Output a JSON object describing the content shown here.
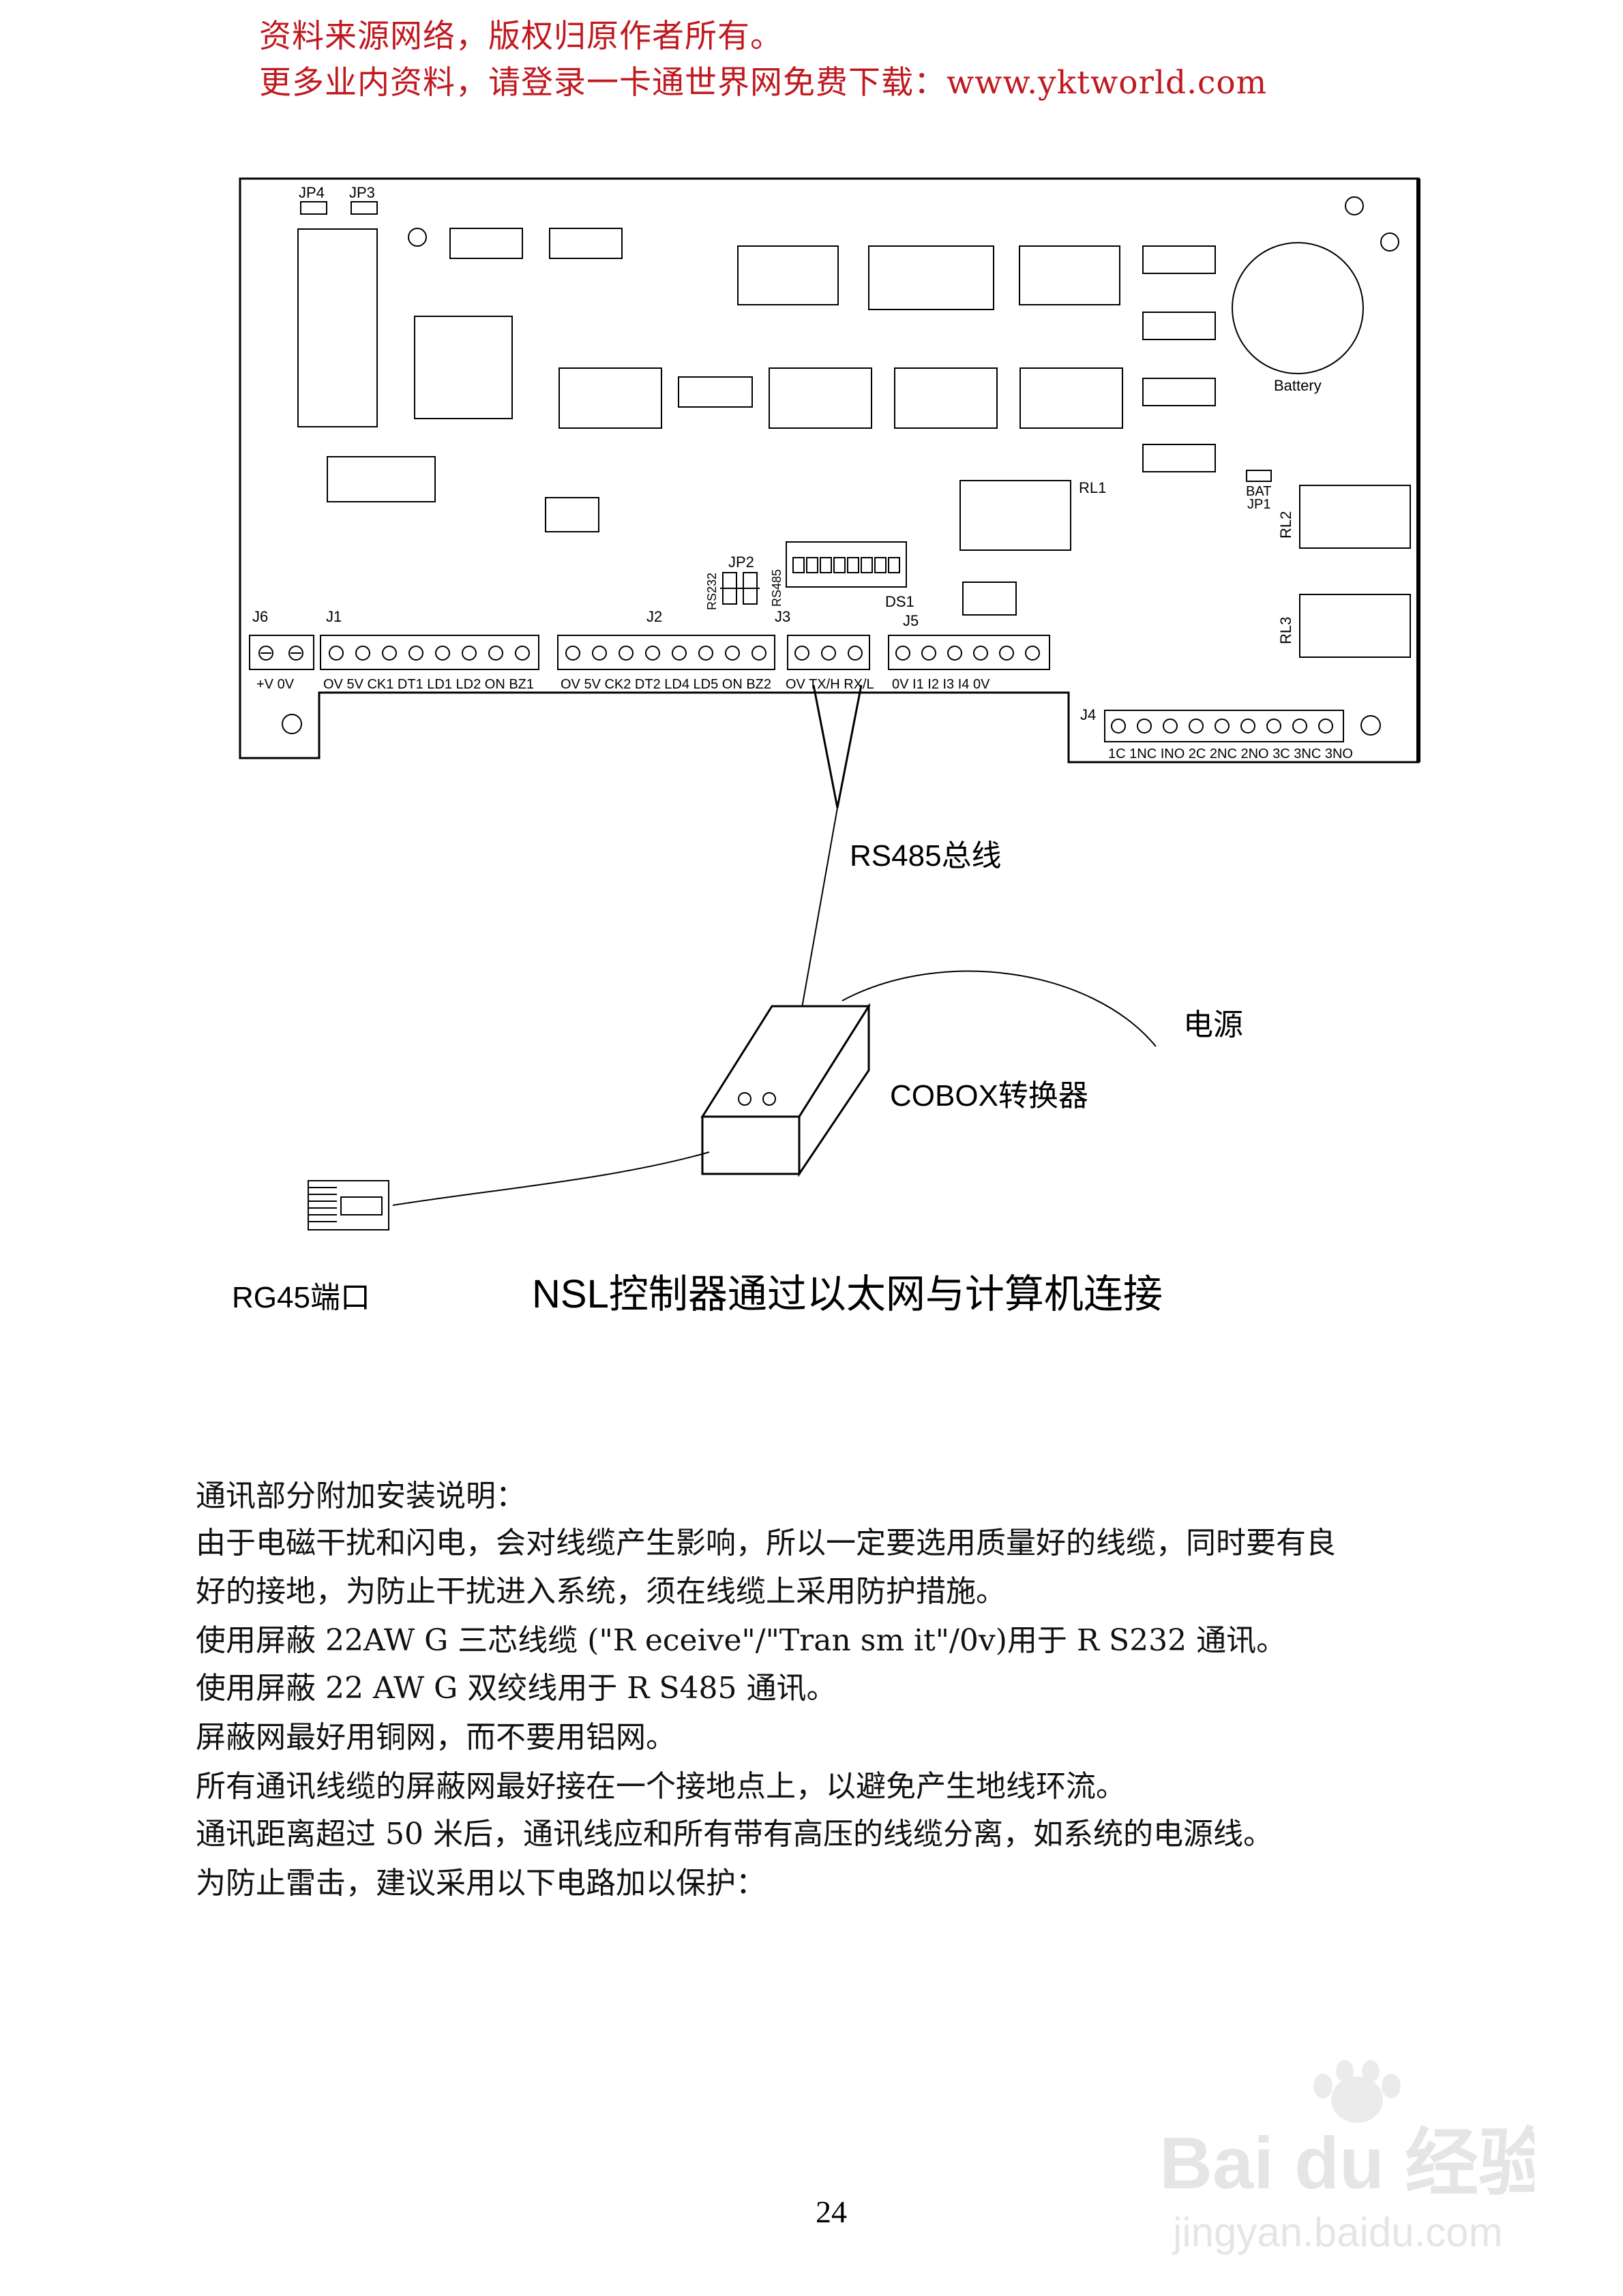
{
  "header": {
    "line1": "资料来源网络，版权归原作者所有。",
    "line2": "更多业内资料，请登录一卡通世界网免费下载：www.yktworld.com"
  },
  "board": {
    "jumpers": {
      "jp4": "JP4",
      "jp3": "JP3",
      "jp2": "JP2",
      "jp1": "JP1",
      "bat": "BAT",
      "rs232": "RS232",
      "rs485": "RS485",
      "ds1": "DS1"
    },
    "battery": "Battery",
    "relays": {
      "rl1": "RL1",
      "rl2": "RL2",
      "rl3": "RL3"
    },
    "connectors": {
      "j6": {
        "name": "J6",
        "pins": "+V  0V"
      },
      "j1": {
        "name": "J1",
        "pins": "OV 5V CK1 DT1 LD1 LD2 ON BZ1"
      },
      "j2": {
        "name": "J2",
        "pins": "OV 5V CK2 DT2 LD4 LD5 ON BZ2"
      },
      "j3": {
        "name": "J3",
        "pins": "OV TX/H RX/L"
      },
      "j5": {
        "name": "J5",
        "pins": "0V  I1  I2  I3  I4  0V"
      },
      "j4": {
        "name": "J4",
        "pins": "1C 1NC INO 2C 2NC 2NO 3C 3NC 3NO"
      }
    }
  },
  "labels": {
    "rs485_bus": "RS485总线",
    "power": "电源",
    "cobox": "COBOX转换器",
    "rg45": "RG45端口",
    "caption": "NSL控制器通过以太网与计算机连接"
  },
  "body": {
    "lines": [
      "通讯部分附加安装说明：",
      "由于电磁干扰和闪电，会对线缆产生影响，所以一定要选用质量好的线缆，同时要有良",
      "好的接地，为防止干扰进入系统，须在线缆上采用防护措施。",
      "使用屏蔽 22AW G 三芯线缆 (\"R eceive\"/\"Tran sm it\"/0v)用于 R S232 通讯。",
      "使用屏蔽 22 AW G 双绞线用于 R S485 通讯。",
      "屏蔽网最好用铜网，而不要用铝网。",
      "所有通讯线缆的屏蔽网最好接在一个接地点上，以避免产生地线环流。",
      "通讯距离超过 50 米后，通讯线应和所有带有高压的线缆分离，如系统的电源线。",
      "为防止雷击，建议采用以下电路加以保护："
    ]
  },
  "page_number": "24",
  "watermark": {
    "brand": "Bai du 经验",
    "url": "jingyan.baidu.com"
  }
}
